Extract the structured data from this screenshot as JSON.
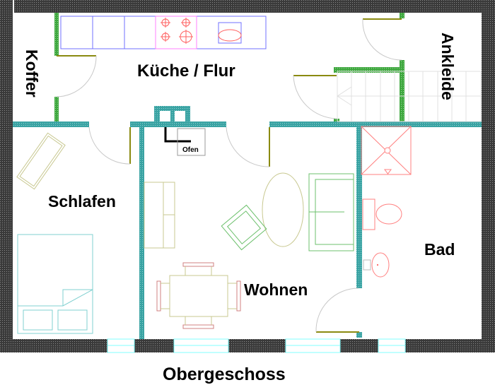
{
  "plan": {
    "title": "Obergeschoss",
    "rooms": {
      "koffer": "Koffer",
      "kueche": "Küche / Flur",
      "ankleide": "Ankleide",
      "schlafen": "Schlafen",
      "wohnen": "Wohnen",
      "bad": "Bad"
    },
    "ofen_label": "Ofen"
  },
  "colors": {
    "outer_wall": "#3a3a3a",
    "inner_wall": "#3aa3a3",
    "light_wall": "#3fa83f",
    "door_leaf": "#8a8a10",
    "kitchen": "#7070ff",
    "sanitary": "#ff6060",
    "window": "#80ffff"
  }
}
